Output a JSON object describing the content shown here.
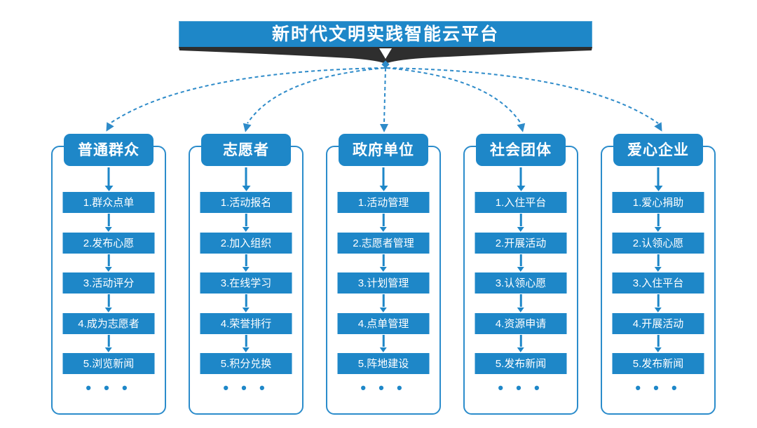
{
  "title": "新时代文明实践智能云平台",
  "ellipsis": "• • •",
  "colors": {
    "primary": "#1e87c8",
    "border": "#2b8ccb",
    "connector": "#2e8bc9",
    "swoosh_dark": "#2e2e2e",
    "text_on_blue": "#ffffff",
    "background": "#ffffff"
  },
  "icons": {
    "hub_dot": "diamond-dot",
    "title_pointer": "down-triangle",
    "flow_arrows": "down-arrow",
    "connectors": "dashed-curved-arrows"
  },
  "columns": [
    {
      "header": "普通群众",
      "steps": [
        "1.群众点单",
        "2.发布心愿",
        "3.活动评分",
        "4.成为志愿者",
        "5.浏览新闻"
      ]
    },
    {
      "header": "志愿者",
      "steps": [
        "1.活动报名",
        "2.加入组织",
        "3.在线学习",
        "4.荣誉排行",
        "5.积分兑换"
      ]
    },
    {
      "header": "政府单位",
      "steps": [
        "1.活动管理",
        "2.志愿者管理",
        "3.计划管理",
        "4.点单管理",
        "5.阵地建设"
      ]
    },
    {
      "header": "社会团体",
      "steps": [
        "1.入住平台",
        "2.开展活动",
        "3.认领心愿",
        "4.资源申请",
        "5.发布新闻"
      ]
    },
    {
      "header": "爱心企业",
      "steps": [
        "1.爱心捐助",
        "2.认领心愿",
        "3.入住平台",
        "4.开展活动",
        "5.发布新闻"
      ]
    }
  ]
}
